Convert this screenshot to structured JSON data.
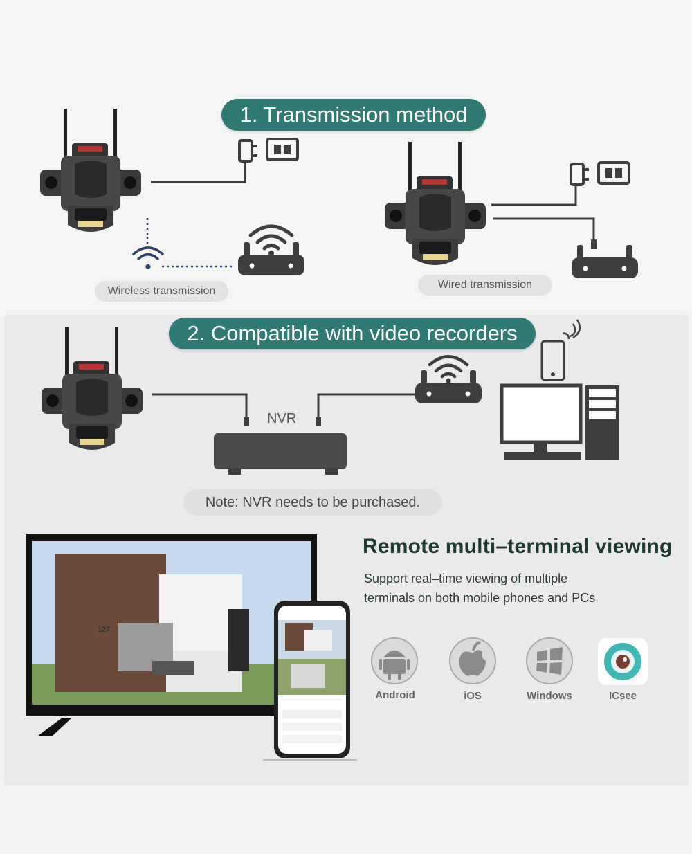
{
  "section1": {
    "title": "1. Transmission method",
    "wireless_label": "Wireless transmission",
    "wired_label": "Wired transmission"
  },
  "section2": {
    "title": "2. Compatible with video recorders",
    "nvr_label": "NVR",
    "note": "Note: NVR needs to be purchased."
  },
  "remote": {
    "heading": "Remote multi–terminal viewing",
    "subtitle_line1": "Support real–time viewing of multiple",
    "subtitle_line2": "terminals on both mobile phones and PCs",
    "platforms": [
      {
        "label": "Android",
        "icon": "android-icon"
      },
      {
        "label": "iOS",
        "icon": "apple-icon"
      },
      {
        "label": "Windows",
        "icon": "windows-icon"
      },
      {
        "label": "ICsee",
        "icon": "icsee-app-icon"
      }
    ],
    "house_number": "127"
  },
  "colors": {
    "accent": "#2f7a72",
    "device": "#3e3e3e",
    "cyan_icon": "#3fb8b3"
  }
}
